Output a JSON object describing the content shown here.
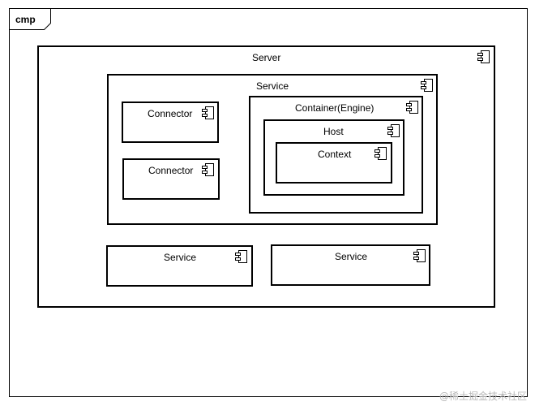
{
  "frame": {
    "label": "cmp"
  },
  "components": {
    "server": {
      "label": "Server",
      "icon": "component-icon"
    },
    "service_main": {
      "label": "Service",
      "icon": "component-icon"
    },
    "connector_1": {
      "label": "Connector",
      "icon": "component-icon"
    },
    "connector_2": {
      "label": "Connector",
      "icon": "component-icon"
    },
    "container": {
      "label": "Container(Engine)",
      "icon": "component-icon"
    },
    "host": {
      "label": "Host",
      "icon": "component-icon"
    },
    "context": {
      "label": "Context",
      "icon": "component-icon"
    },
    "service_2": {
      "label": "Service",
      "icon": "component-icon"
    },
    "service_3": {
      "label": "Service",
      "icon": "component-icon"
    }
  },
  "watermark": {
    "text": "@稀土掘金技术社区"
  }
}
